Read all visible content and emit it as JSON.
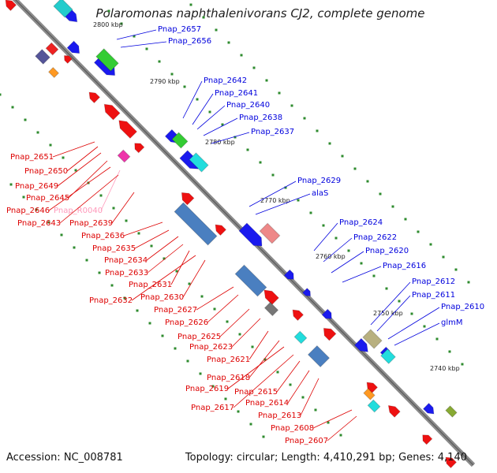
{
  "title": "Polaromonas naphthalenivorans CJ2, complete genome",
  "footer": {
    "accession": "Accession: NC_008781",
    "summary": "Topology: circular; Length: 4,410,291 bp; Genes: 4,140"
  },
  "colors": {
    "backbone": "#808080",
    "forward_label": "#0000dd",
    "reverse_label": "#dd0000",
    "rna_label": "#ff99bb",
    "tick": "#228b22"
  },
  "ticks": [
    {
      "label": "2800 kbp"
    },
    {
      "label": "2790 kbp"
    },
    {
      "label": "2780 kbp"
    },
    {
      "label": "2770 kbp"
    },
    {
      "label": "2760 kbp"
    },
    {
      "label": "2750 kbp"
    },
    {
      "label": "2740 kbp"
    }
  ],
  "forward_labels": [
    "Pnap_2657",
    "Pnap_2656",
    "Pnap_2642",
    "Pnap_2641",
    "Pnap_2640",
    "Pnap_2638",
    "Pnap_2637",
    "Pnap_2629",
    "alaS",
    "Pnap_2624",
    "Pnap_2622",
    "Pnap_2620",
    "Pnap_2616",
    "Pnap_2612",
    "Pnap_2611",
    "Pnap_2610",
    "glmM"
  ],
  "reverse_labels": [
    "Pnap_2651",
    "Pnap_2650",
    "Pnap_2649",
    "Pnap_2645",
    "Pnap_2646",
    "Pnap_R0040",
    "Pnap_2643",
    "Pnap_2639",
    "Pnap_2636",
    "Pnap_2635",
    "Pnap_2634",
    "Pnap_2633",
    "Pnap_2631",
    "Pnap_2632",
    "Pnap_2630",
    "Pnap_2627",
    "Pnap_2626",
    "Pnap_2625",
    "Pnap_2623",
    "Pnap_2621",
    "Pnap_2618",
    "Pnap_2619",
    "Pnap_2617",
    "Pnap_2615",
    "Pnap_2614",
    "Pnap_2613",
    "Pnap_2608",
    "Pnap_2607"
  ]
}
